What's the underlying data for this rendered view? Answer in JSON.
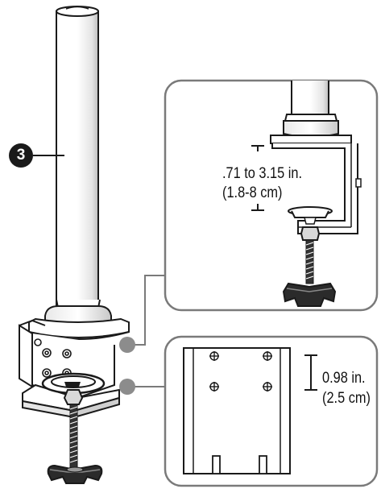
{
  "step": {
    "number": "3"
  },
  "clamp_gap": {
    "line1": ".71 to 3.15 in.",
    "line2": "(1.8-8 cm)"
  },
  "plate_spacing": {
    "line1": "0.98 in.",
    "line2": "(2.5 cm)"
  },
  "colors": {
    "stroke": "#1a1a1a",
    "callout_border": "#7a7a7a",
    "marker": "#8c8c8c",
    "background": "#ffffff"
  }
}
